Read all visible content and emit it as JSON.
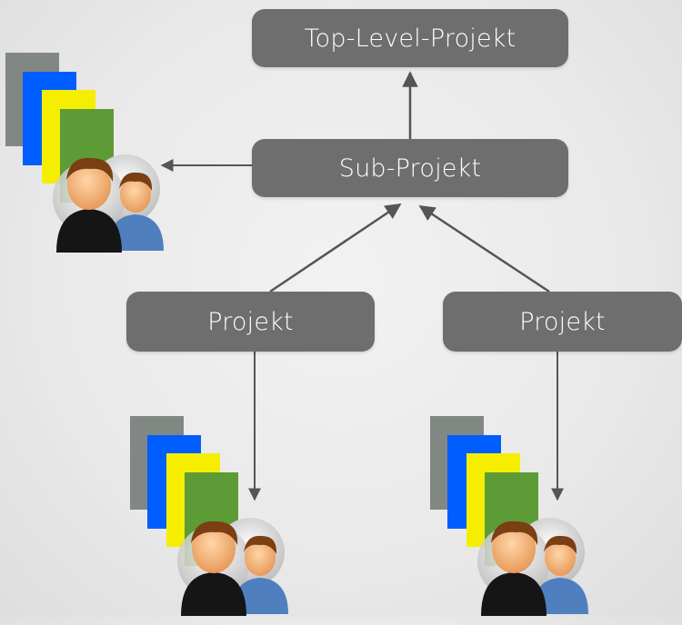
{
  "diagram": {
    "top_level": {
      "label": "Top-Level-Projekt"
    },
    "sub": {
      "label": "Sub-Projekt"
    },
    "projects": [
      {
        "label": "Projekt"
      },
      {
        "label": "Projekt"
      }
    ]
  },
  "colors": {
    "node_fill": "#6e6e6e",
    "node_text": "#ffffff",
    "arrow": "#555555",
    "card_grey": "#818783",
    "card_blue": "#005dff",
    "card_yellow": "#f5ee00",
    "card_green": "#5c9b36"
  },
  "icons": [
    "document-stack-icon",
    "users-icon"
  ]
}
